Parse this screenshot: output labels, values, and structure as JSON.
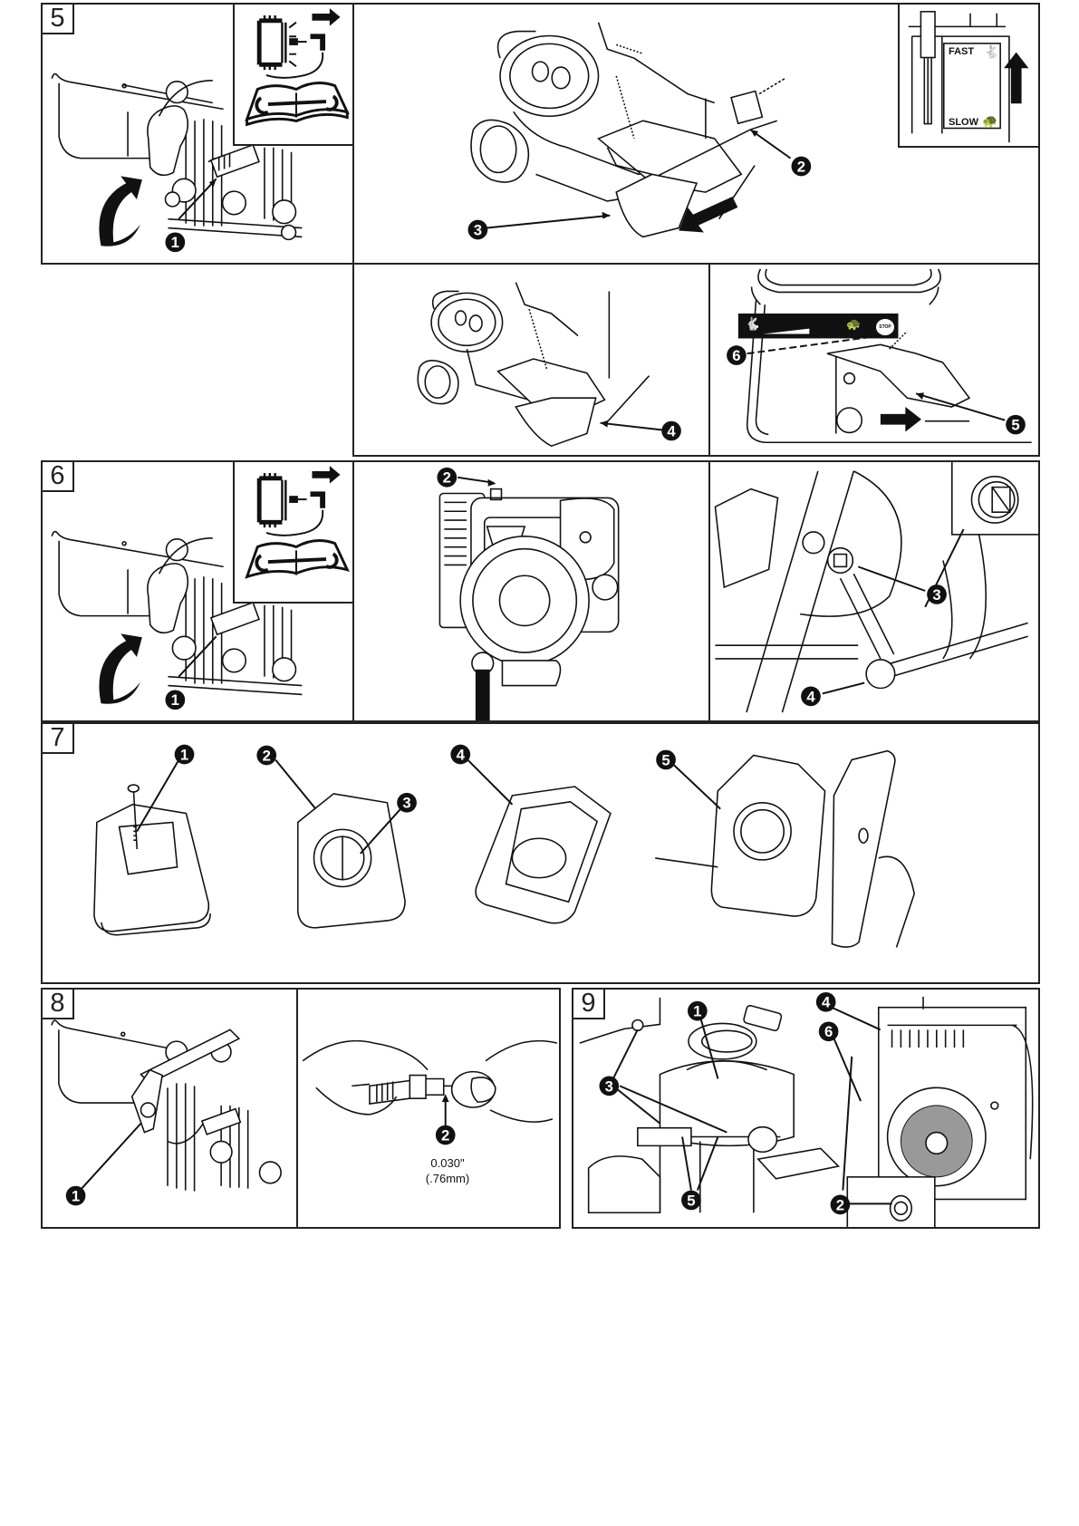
{
  "document": {
    "type": "engine maintenance illustration sheet",
    "background": "#ffffff",
    "line_color": "#111111"
  },
  "steps": [
    {
      "number": "5",
      "callouts": [
        "1",
        "2",
        "3",
        "4",
        "5",
        "6"
      ]
    },
    {
      "number": "6",
      "callouts": [
        "1",
        "2",
        "3",
        "4"
      ]
    },
    {
      "number": "7",
      "callouts": [
        "1",
        "2",
        "3",
        "4",
        "5"
      ]
    },
    {
      "number": "8",
      "callouts": [
        "1",
        "2"
      ]
    },
    {
      "number": "9",
      "callouts": [
        "1",
        "2",
        "3",
        "4",
        "5",
        "6"
      ]
    }
  ],
  "throttle_label": {
    "fast": "FAST",
    "slow": "SLOW",
    "fast_icon": "rabbit-icon",
    "slow_icon": "turtle-icon",
    "direction_icon": "arrow-up-icon"
  },
  "control_decal": {
    "fast_icon": "rabbit-icon",
    "slow_icon": "turtle-icon",
    "stop_label": "STOP"
  },
  "spark_plug_gap": {
    "inches": "0.030\"",
    "millimeters": "(.76mm)"
  },
  "icons": {
    "disconnect_spark": "disconnect-spark-plug-icon",
    "manual": "manual-wrench-icon"
  }
}
